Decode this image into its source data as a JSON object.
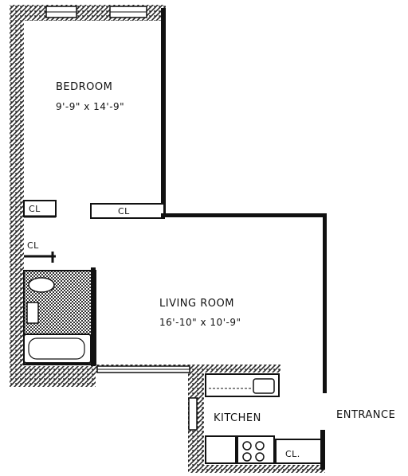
{
  "colors": {
    "wall": "#111111",
    "paper": "#ffffff",
    "hatch": "#2a2a2a"
  },
  "rooms": {
    "bedroom": {
      "name": "BEDROOM",
      "dimensions": "9'-9\" x 14'-9\""
    },
    "living": {
      "name": "LIVING ROOM",
      "dimensions": "16'-10\" x 10'-9\""
    },
    "kitchen": {
      "name": "KITCHEN"
    },
    "entrance": {
      "name": "ENTRANCE"
    }
  },
  "closets": [
    "CL",
    "CL",
    "CL",
    "CL."
  ]
}
